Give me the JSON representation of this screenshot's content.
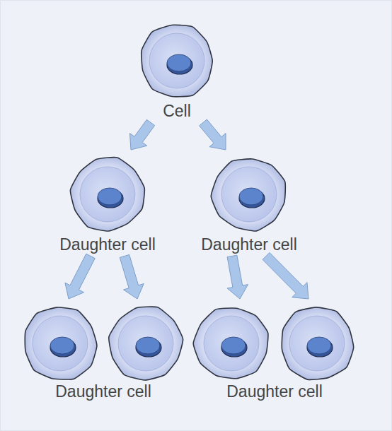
{
  "diagram": {
    "nodes": [
      {
        "text": [
          "Cell"
        ]
      },
      {
        "text": [
          "Daughter cell"
        ]
      },
      {
        "text": [
          "Daughter cell"
        ]
      },
      {
        "text": []
      },
      {
        "text": []
      },
      {
        "text": []
      },
      {
        "text": []
      }
    ],
    "edges": [
      {
        "from": 0,
        "to": 1,
        "arrow": "to"
      },
      {
        "from": 0,
        "to": 2,
        "arrow": "to"
      },
      {
        "from": 1,
        "to": 3,
        "arrow": "to"
      },
      {
        "from": 1,
        "to": 4,
        "arrow": "to"
      },
      {
        "from": 2,
        "to": 5,
        "arrow": "to"
      },
      {
        "from": 2,
        "to": 6,
        "arrow": "to"
      }
    ],
    "labels": [
      "Daughter cell",
      "Daughter cell"
    ]
  }
}
